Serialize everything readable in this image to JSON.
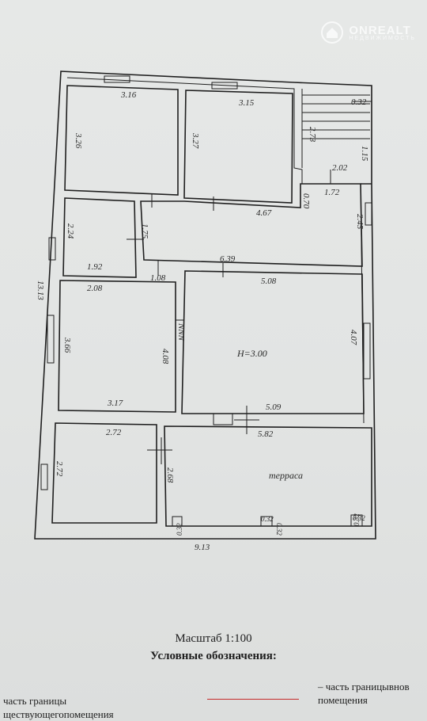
{
  "watermark": {
    "brand": "ONREALT",
    "sub": "НЕДВИЖИМОСТЬ"
  },
  "dimensions": {
    "d316": "3.16",
    "d315": "3.15",
    "d032a": "0.32",
    "d326": "3.26",
    "d327": "3.27",
    "d273": "2.73",
    "d115": "1.15",
    "d202": "2.02",
    "d070": "0.70",
    "d172": "1.72",
    "d467": "4.67",
    "d245": "2.45",
    "d224": "2.24",
    "d175": "1.75",
    "d192": "1.92",
    "d639": "6.39",
    "d108": "1.08",
    "d208": "2.08",
    "d508": "5.08",
    "d1313": "13.13",
    "d366": "3.66",
    "d408": "4.08",
    "d407": "4.07",
    "height": "H=3.00",
    "d317": "3.17",
    "d509": "5.09",
    "d582": "5.82",
    "d272a": "2.72",
    "d272b": "2.72",
    "d268": "2.68",
    "d032b": "0.32",
    "d032c": "0.32",
    "d032d": "0.32",
    "d032e": "0.32",
    "d032f": "0.32",
    "d913": "9.13"
  },
  "terrace_label": "терраса",
  "scale": "Масштаб 1:100",
  "legend": {
    "title": "Условные обозначения:",
    "left_line1": "часть границы",
    "left_line2": "ществующегопомещения",
    "right_line1": "– часть границывнов",
    "right_line2": "помещения"
  },
  "colors": {
    "paper": "#e2e4e3",
    "ink": "#1f1f1f",
    "legend_red": "#c62a2a"
  }
}
